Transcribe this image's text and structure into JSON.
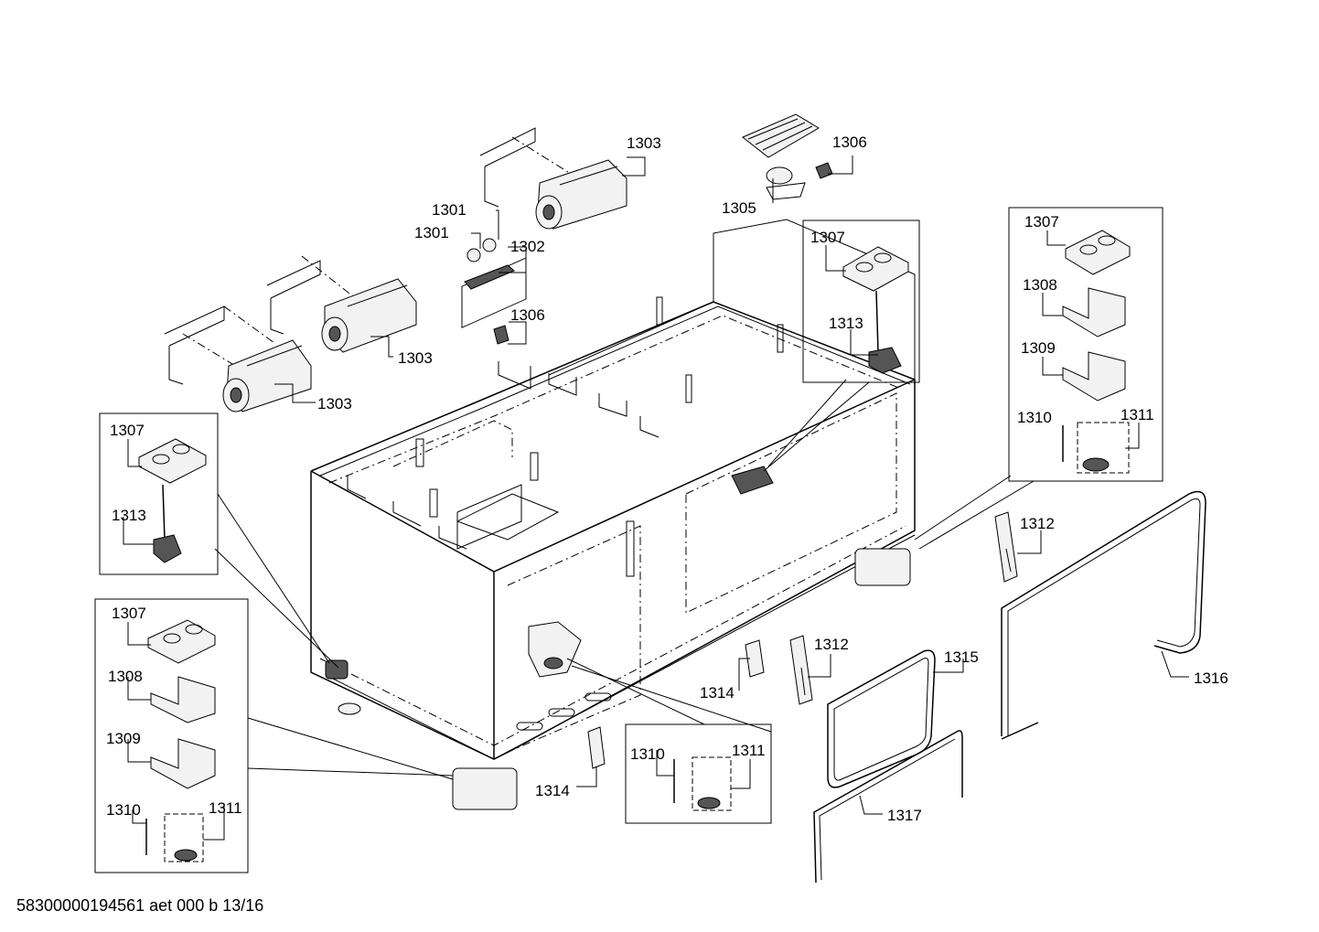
{
  "labels": {
    "p1303a": "1303",
    "p1303b": "1303",
    "p1303c": "1303",
    "p1301a": "1301",
    "p1301b": "1301",
    "p1302": "1302",
    "p1305": "1305",
    "p1306a": "1306",
    "p1306b": "1306",
    "p1307a": "1307",
    "p1307b": "1307",
    "p1307c": "1307",
    "p1307d": "1307",
    "p1308a": "1308",
    "p1308b": "1308",
    "p1309a": "1309",
    "p1309b": "1309",
    "p1310a": "1310",
    "p1310b": "1310",
    "p1310c": "1310",
    "p1311a": "1311",
    "p1311b": "1311",
    "p1311c": "1311",
    "p1312a": "1312",
    "p1312b": "1312",
    "p1313a": "1313",
    "p1313b": "1313",
    "p1314a": "1314",
    "p1314b": "1314",
    "p1315": "1315",
    "p1316": "1316",
    "p1317": "1317"
  },
  "footer": "58300000194561 aet 000 b 13/16"
}
